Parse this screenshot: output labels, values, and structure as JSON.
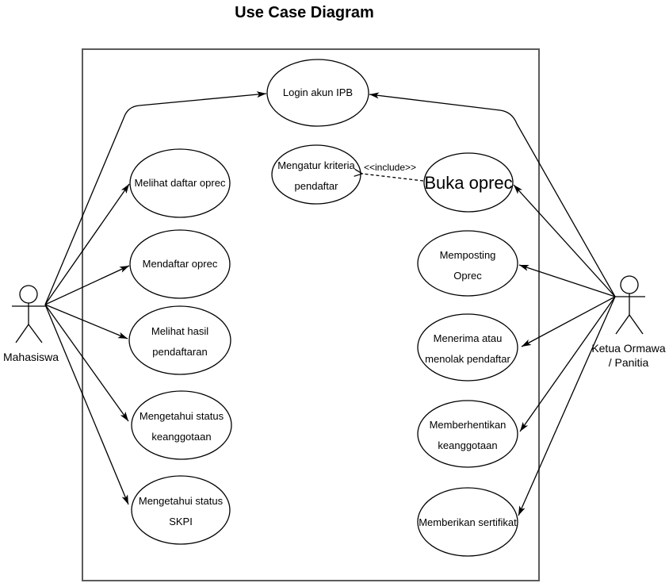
{
  "title": "Use Case Diagram",
  "include_label": "<<include>>",
  "actors": {
    "mahasiswa": {
      "label": "Mahasiswa"
    },
    "ketua": {
      "line1": "Ketua Ormawa",
      "line2": "/ Panitia"
    }
  },
  "use_cases": {
    "login": {
      "label": "Login akun IPB"
    },
    "mengatur_kriteria": {
      "line1": "Mengatur kriteria",
      "line2": "pendaftar"
    },
    "buka_oprec": {
      "label": "Buka oprec"
    },
    "melihat_daftar": {
      "label": "Melihat daftar oprec"
    },
    "mendaftar": {
      "label": "Mendaftar oprec"
    },
    "melihat_hasil": {
      "line1": "Melihat hasil",
      "line2": "pendaftaran"
    },
    "status_keanggotaan": {
      "line1": "Mengetahui status",
      "line2": "keanggotaan"
    },
    "status_skpi": {
      "line1": "Mengetahui status",
      "line2": "SKPI"
    },
    "memposting": {
      "line1": "Memposting",
      "line2": "Oprec"
    },
    "menerima": {
      "line1": "Menerima atau",
      "line2": "menolak pendaftar"
    },
    "memberhentikan": {
      "line1": "Memberhentikan",
      "line2": "keanggotaan"
    },
    "memberikan_sertifikat": {
      "label": "Memberikan sertifikat"
    }
  },
  "colors": {
    "line": "#000000",
    "boundary_border": "#5b5b5b",
    "background": "#ffffff"
  }
}
